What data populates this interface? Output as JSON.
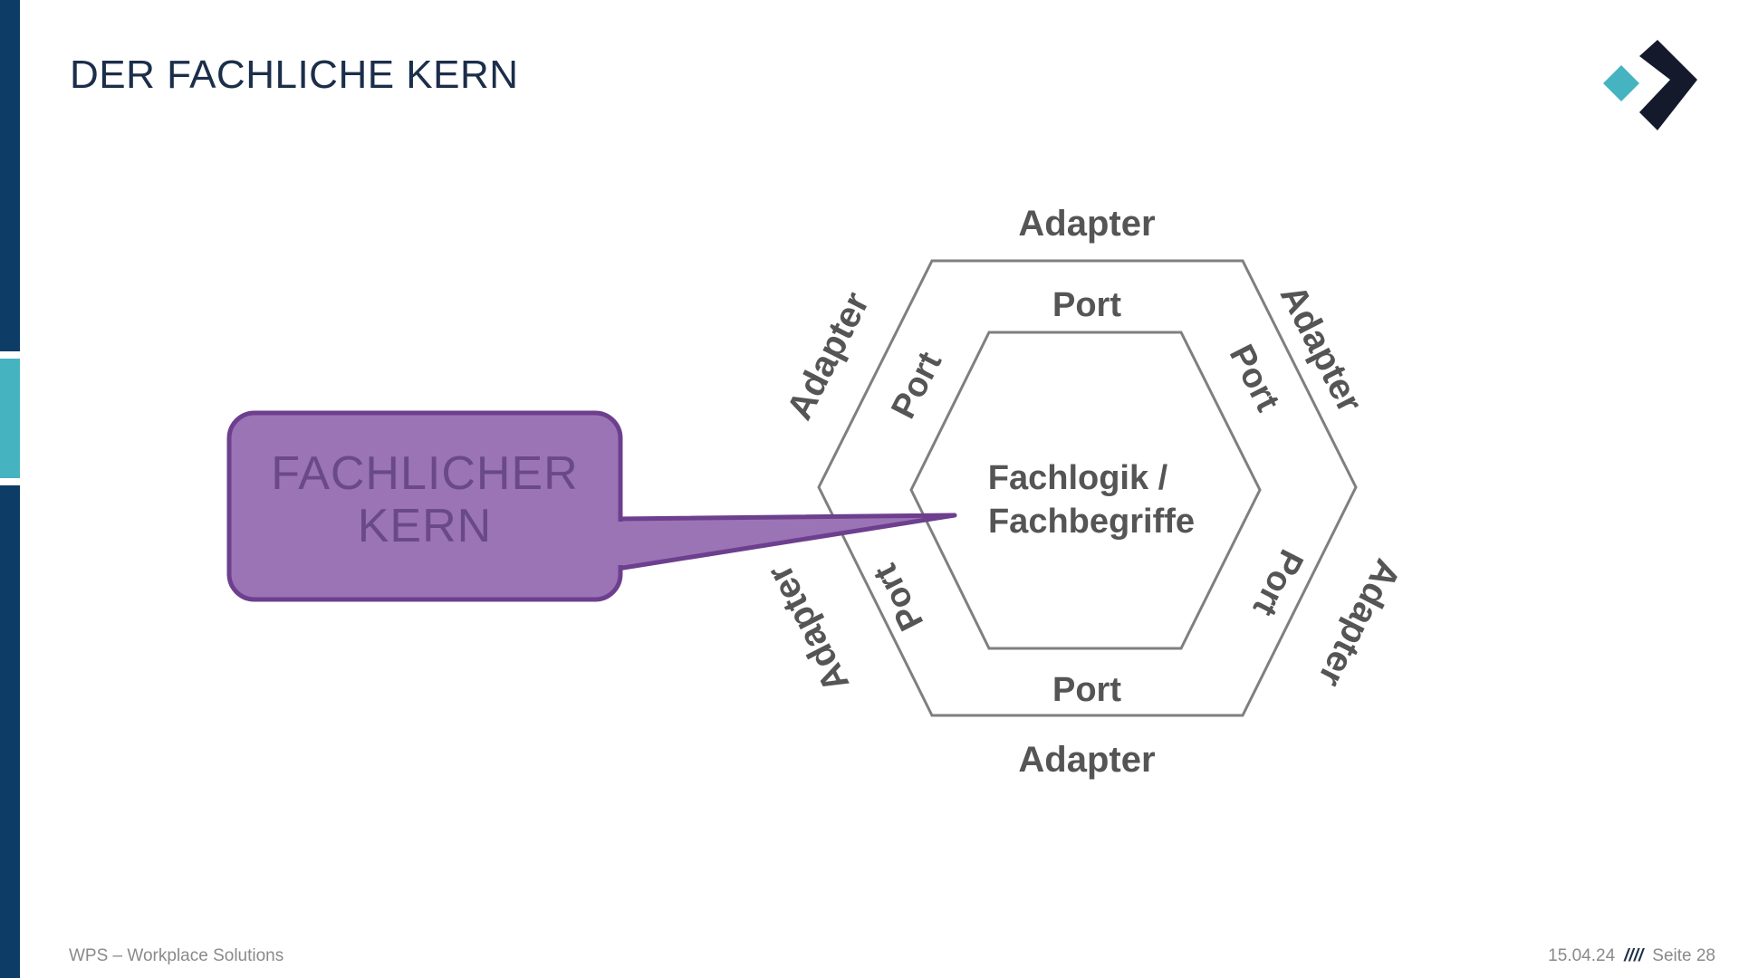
{
  "slide": {
    "title": "DER FACHLICHE KERN"
  },
  "diagram": {
    "core_line1": "Fachlogik /",
    "core_line2": "Fachbegriffe",
    "port_label": "Port",
    "adapter_label": "Adapter",
    "callout_line1": "FACHLICHER",
    "callout_line2": "KERN",
    "colors": {
      "callout_fill": "#9b74b5",
      "callout_stroke": "#6d3f8e",
      "callout_text": "#6a4a86",
      "hexagon_stroke": "#7f7f7f",
      "label_text": "#555555"
    }
  },
  "footer": {
    "company": "WPS – Workplace Solutions",
    "date": "15.04.24",
    "separator": "////",
    "page": "Seite 28"
  },
  "brand": {
    "primary": "#0d3d66",
    "accent": "#46b3c1",
    "logo_dark": "#141a2c"
  }
}
